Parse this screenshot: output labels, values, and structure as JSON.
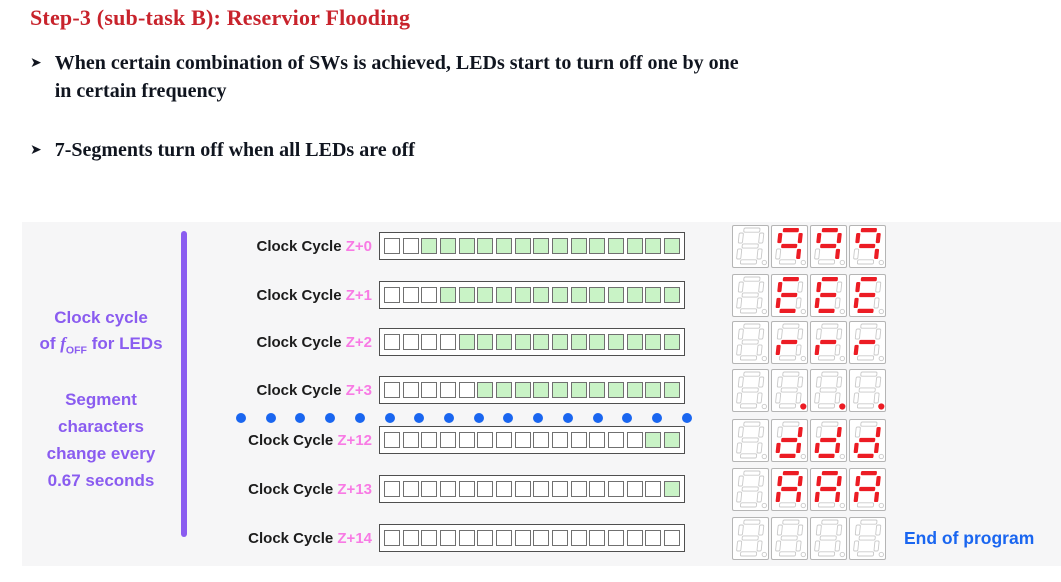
{
  "slide": {
    "title": "Step-3 (sub-task B): Reservior Flooding",
    "bullets": [
      {
        "marker": "➤",
        "lines": [
          "When certain combination of SWs is achieved, LEDs start to turn off one by one",
          "in certain frequency"
        ]
      },
      {
        "marker": "➤",
        "lines": [
          "7-Segments turn off when all LEDs are off"
        ]
      }
    ]
  },
  "diagram": {
    "sidebar": {
      "note1": {
        "line1": "Clock cycle",
        "line2_pre": "of ",
        "line2_f": "f",
        "line2_sub": "OFF",
        "line2_post": " for LEDs"
      },
      "note2_lines": [
        "Segment",
        "characters",
        "change every",
        "0.67 seconds"
      ]
    },
    "led_count": 16,
    "rows": [
      {
        "label": "Clock Cycle",
        "cycle": "Z+0",
        "leds_on_right": 14,
        "segment_chars": [
          "",
          "9",
          "9",
          "9"
        ],
        "end_label": ""
      },
      {
        "label": "Clock Cycle",
        "cycle": "Z+1",
        "leds_on_right": 13,
        "segment_chars": [
          "",
          "E",
          "E",
          "E"
        ],
        "end_label": ""
      },
      {
        "label": "Clock Cycle",
        "cycle": "Z+2",
        "leds_on_right": 12,
        "segment_chars": [
          "",
          "r",
          "r",
          "r"
        ],
        "end_label": ""
      },
      {
        "label": "Clock Cycle",
        "cycle": "Z+3",
        "leds_on_right": 11,
        "segment_chars": [
          "",
          ".",
          ".",
          "."
        ],
        "end_label": ""
      },
      {
        "label": "Clock Cycle",
        "cycle": "Z+12",
        "leds_on_right": 2,
        "segment_chars": [
          "",
          "d",
          "d",
          "d"
        ],
        "end_label": ""
      },
      {
        "label": "Clock Cycle",
        "cycle": "Z+13",
        "leds_on_right": 1,
        "segment_chars": [
          "",
          "A",
          "A",
          "A"
        ],
        "end_label": ""
      },
      {
        "label": "Clock Cycle",
        "cycle": "Z+14",
        "leds_on_right": 0,
        "segment_chars": [
          "",
          "",
          "",
          ""
        ],
        "end_label": "End of program"
      }
    ],
    "ellipsis_dot_count": 16
  },
  "colors": {
    "title_red": "#c8232c",
    "body_text": "#10151f",
    "purple": "#8a5cf0",
    "cycle_pink": "#f87ae4",
    "led_green": "#c9f3c6",
    "segment_red": "#ec1c24",
    "segment_off": "#c9c9c9",
    "dot_blue": "#1a66f0",
    "end_blue": "#1a66f0"
  }
}
